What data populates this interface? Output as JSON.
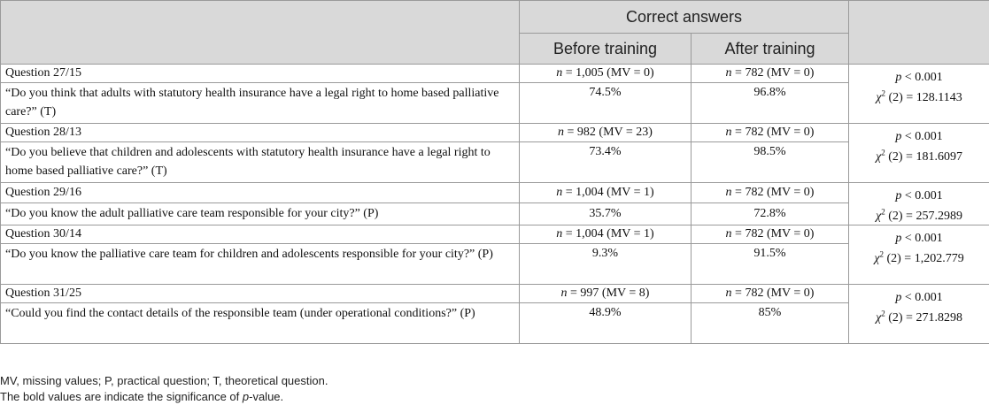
{
  "header": {
    "group_label": "Correct answers",
    "before_label": "Before training",
    "after_label": "After training"
  },
  "rows": [
    {
      "question_id": "Question 27/15",
      "question_text": "“Do you think that adults with statutory health insurance have a legal right to home based palliative care?” (T)",
      "before_n": "n = 1,005 (MV = 0)",
      "after_n": "n = 782 (MV = 0)",
      "before_pct": "74.5%",
      "after_pct": "96.8%",
      "p_value": "p < 0.001",
      "chi_sq": "(2) = 128.1143"
    },
    {
      "question_id": "Question 28/13",
      "question_text": "“Do you believe that children and adolescents with statutory health insurance have a legal right to home based palliative care?” (T)",
      "before_n": "n = 982 (MV = 23)",
      "after_n": "n = 782 (MV = 0)",
      "before_pct": "73.4%",
      "after_pct": "98.5%",
      "p_value": "p < 0.001",
      "chi_sq": "(2) = 181.6097"
    },
    {
      "question_id": "Question 29/16",
      "question_text": "“Do you know the adult palliative care team responsible for your city?” (P)",
      "before_n": "n = 1,004 (MV = 1)",
      "after_n": "n = 782 (MV = 0)",
      "before_pct": "35.7%",
      "after_pct": "72.8%",
      "p_value": "p < 0.001",
      "chi_sq": "(2) = 257.2989"
    },
    {
      "question_id": "Question 30/14",
      "question_text": "“Do you know the palliative care team for children and adolescents responsible for your city?” (P)",
      "before_n": "n = 1,004 (MV = 1)",
      "after_n": "n = 782 (MV = 0)",
      "before_pct": "9.3%",
      "after_pct": "91.5%",
      "p_value": "p < 0.001",
      "chi_sq": "(2) = 1,202.779"
    },
    {
      "question_id": "Question 31/25",
      "question_text": "“Could you find the contact details of the responsible team (under operational conditions?” (P)",
      "before_n": "n = 997 (MV = 8)",
      "after_n": "n = 782 (MV = 0)",
      "before_pct": "48.9%",
      "after_pct": "85%",
      "p_value": "p < 0.001",
      "chi_sq": "(2) = 271.8298"
    }
  ],
  "stat_symbol": "χ",
  "stat_superscript": "2",
  "footnotes": {
    "abbreviations": "MV, missing values; P, practical question; T, theoretical question.",
    "bold_note_prefix": "The bold values are indicate the significance of ",
    "bold_note_italic": "p",
    "bold_note_suffix": "-value."
  }
}
